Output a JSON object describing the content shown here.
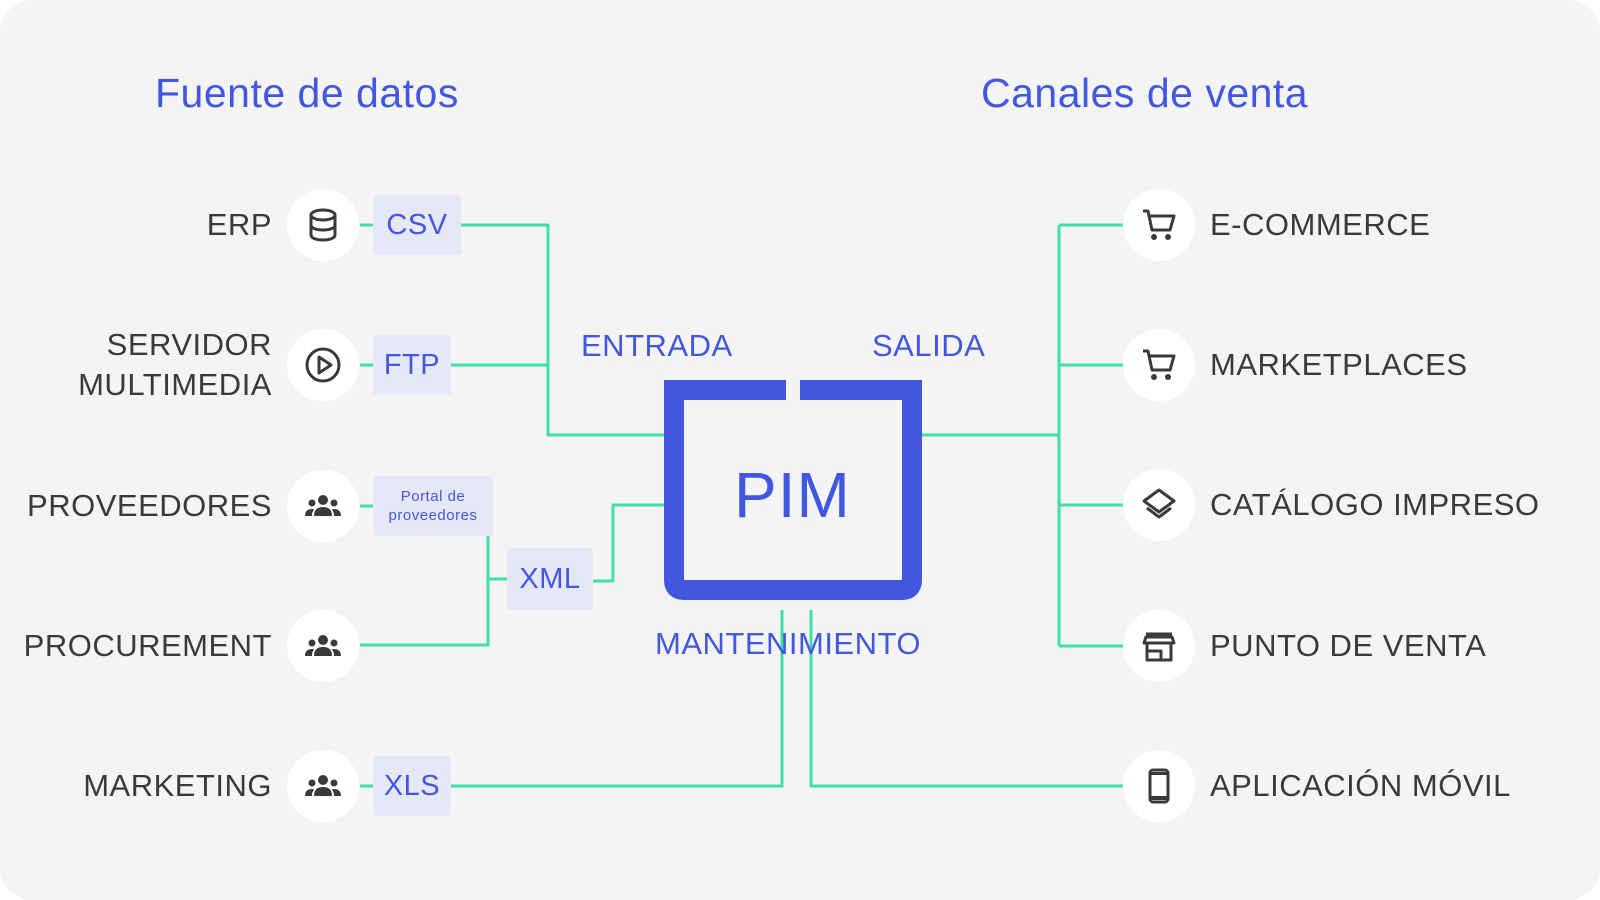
{
  "colors": {
    "accent": "#4257e0",
    "line": "#3fe0a6",
    "text": "#3a3a3a",
    "tag_bg": "#e6e8f8",
    "background": "#f4f4f4"
  },
  "headings": {
    "sources": "Fuente de datos",
    "channels": "Canales de venta"
  },
  "sources": [
    {
      "label": "ERP",
      "icon": "database-icon",
      "format": "CSV"
    },
    {
      "label": "SERVIDOR\nMULTIMEDIA",
      "icon": "play-circle-icon",
      "format": "FTP"
    },
    {
      "label": "PROVEEDORES",
      "icon": "group-icon",
      "format": "Portal de proveedores"
    },
    {
      "label": "PROCUREMENT",
      "icon": "group-icon"
    },
    {
      "label": "MARKETING",
      "icon": "group-icon",
      "format": "XLS"
    }
  ],
  "shared_format": "XML",
  "hub": {
    "label": "PIM",
    "input": "ENTRADA",
    "output": "SALIDA",
    "maintenance": "MANTENIMIENTO"
  },
  "channels": [
    {
      "label": "E-COMMERCE",
      "icon": "cart-icon"
    },
    {
      "label": "MARKETPLACES",
      "icon": "cart-icon"
    },
    {
      "label": "CATÁLOGO IMPRESO",
      "icon": "layers-icon"
    },
    {
      "label": "PUNTO DE VENTA",
      "icon": "store-icon"
    },
    {
      "label": "APLICACIÓN MÓVIL",
      "icon": "smartphone-icon"
    }
  ]
}
